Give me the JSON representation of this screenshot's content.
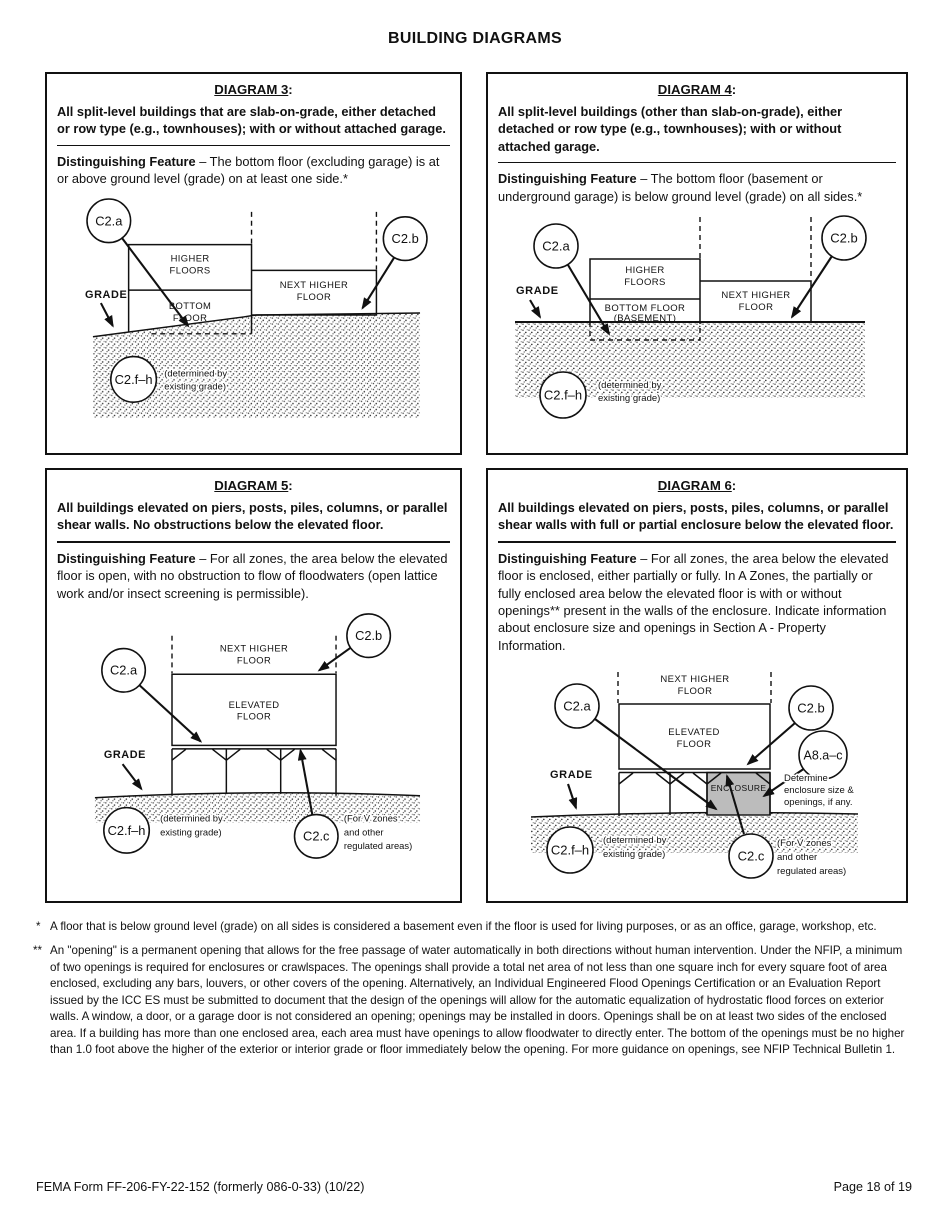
{
  "page_title": "BUILDING DIAGRAMS",
  "diagrams": [
    {
      "title": "DIAGRAM 3",
      "colon": ":",
      "description": "All split-level buildings that are slab-on-grade, either detached or row type (e.g., townhouses); with or without attached garage.",
      "feature_label": "Distinguishing Feature",
      "feature_text": " – The bottom floor (excluding garage) is at or above ground level (grade) on at least one side.*",
      "drawing": {
        "callout_a": "C2.a",
        "callout_b": "C2.b",
        "callout_fh": "C2.f–h",
        "grade_label": "GRADE",
        "higher_floors": [
          "HIGHER",
          "FLOORS"
        ],
        "bottom_floor": [
          "BOTTOM",
          "FLOOR"
        ],
        "next_higher_floor": [
          "NEXT HIGHER",
          "FLOOR"
        ],
        "determined_note": [
          "(determined by",
          "existing grade)"
        ]
      }
    },
    {
      "title": "DIAGRAM 4",
      "colon": ":",
      "description": "All split-level buildings (other than slab-on-grade), either detached or row type (e.g., townhouses); with or without attached garage.",
      "feature_label": "Distinguishing Feature",
      "feature_text": " – The bottom floor (basement or underground garage) is below ground level (grade) on all sides.*",
      "drawing": {
        "callout_a": "C2.a",
        "callout_b": "C2.b",
        "callout_fh": "C2.f–h",
        "grade_label": "GRADE",
        "higher_floors": [
          "HIGHER",
          "FLOORS"
        ],
        "bottom_floor": [
          "BOTTOM FLOOR",
          "(BASEMENT)"
        ],
        "next_higher_floor": [
          "NEXT HIGHER",
          "FLOOR"
        ],
        "determined_note": [
          "(determined by",
          "existing grade)"
        ]
      }
    },
    {
      "title": "DIAGRAM 5",
      "colon": ":",
      "description": "All buildings elevated on piers, posts, piles, columns, or parallel shear walls. No obstructions below the elevated floor.",
      "feature_label": "Distinguishing Feature",
      "feature_text": " – For all zones, the area below the elevated floor is open, with no obstruction to flow of floodwaters (open lattice work and/or insect screening is permissible).",
      "drawing": {
        "callout_a": "C2.a",
        "callout_b": "C2.b",
        "callout_c": "C2.c",
        "callout_fh": "C2.f–h",
        "grade_label": "GRADE",
        "next_higher_floor": [
          "NEXT HIGHER",
          "FLOOR"
        ],
        "elevated_floor": [
          "ELEVATED",
          "FLOOR"
        ],
        "determined_note": [
          "(determined by",
          "existing grade)"
        ],
        "v_zones_note": [
          "(For V zones",
          "and other",
          "regulated areas)"
        ]
      }
    },
    {
      "title": "DIAGRAM 6",
      "colon": ":",
      "description": "All buildings elevated on piers, posts, piles, columns, or parallel shear walls with full or partial enclosure below the elevated floor.",
      "feature_label": "Distinguishing Feature",
      "feature_text": " – For all zones, the area below the elevated floor is enclosed, either partially or fully. In A Zones, the partially or fully enclosed area below the elevated floor is with or without openings** present in the walls of the enclosure. Indicate information about enclosure size and openings in Section A - Property Information.",
      "drawing": {
        "callout_a": "C2.a",
        "callout_b": "C2.b",
        "callout_c": "C2.c",
        "callout_fh": "C2.f–h",
        "callout_a8": "A8.a–c",
        "grade_label": "GRADE",
        "next_higher_floor": [
          "NEXT HIGHER",
          "FLOOR"
        ],
        "elevated_floor": [
          "ELEVATED",
          "FLOOR"
        ],
        "enclosure_label": "ENCLOSURE",
        "enclosure_fill": "#bcbcbc",
        "determine_note": [
          "Determine",
          "enclosure size &",
          "openings, if any."
        ],
        "determined_note": [
          "(determined by",
          "existing grade)"
        ],
        "v_zones_note": [
          "(For V zones",
          "and other",
          "regulated areas)"
        ]
      }
    }
  ],
  "footnotes": [
    {
      "marker": "*",
      "text": "A floor that is below ground level (grade) on all sides is considered a basement even if the floor is used for living purposes, or as an office, garage, workshop, etc."
    },
    {
      "marker": "**",
      "text": "An \"opening\" is a permanent opening that allows for the free passage of water automatically in both directions without human intervention. Under the NFIP, a minimum of two openings is required for enclosures or crawlspaces. The openings shall provide a total net area of not less than one square inch for every square foot of area enclosed, excluding any bars, louvers, or other covers of the opening. Alternatively, an Individual Engineered Flood Openings Certification or an Evaluation Report issued by the ICC ES must be submitted to document that the design of the openings will allow for the automatic equalization of hydrostatic flood forces on exterior walls. A window, a door, or a garage door is not considered an opening; openings may be installed in doors. Openings shall be on at least two sides of the enclosed area. If a building has more than one enclosed area, each area must have openings to allow floodwater to directly enter. The bottom of the openings must be no higher than 1.0 foot above the higher of the exterior or interior grade or floor immediately below the opening. For more guidance on openings, see NFIP Technical Bulletin 1."
    }
  ],
  "footer": {
    "left": "FEMA Form FF-206-FY-22-152 (formerly 086-0-33) (10/22)",
    "right": "Page 18 of 19"
  }
}
